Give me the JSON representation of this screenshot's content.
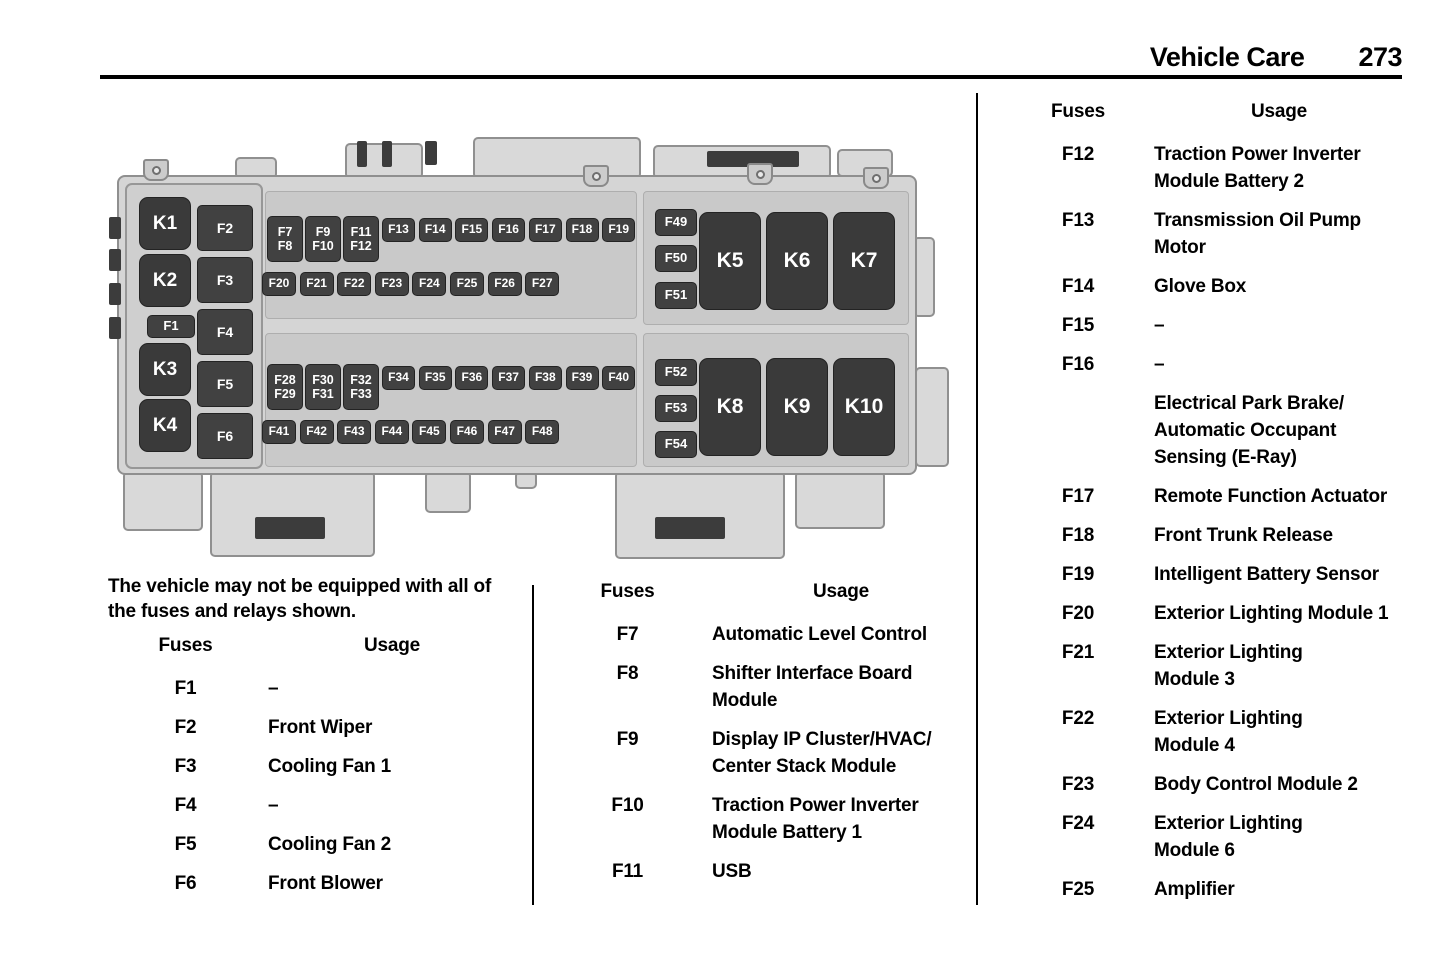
{
  "header": {
    "section_title": "Vehicle Care",
    "page_number": "273"
  },
  "note_text": "The vehicle may not be equipped with all of\nthe fuses and relays shown.",
  "table_headers": {
    "fuses": "Fuses",
    "usage": "Usage"
  },
  "fuse_tables": {
    "left": [
      {
        "fuse": "F1",
        "usage": "–"
      },
      {
        "fuse": "F2",
        "usage": "Front Wiper"
      },
      {
        "fuse": "F3",
        "usage": "Cooling Fan 1"
      },
      {
        "fuse": "F4",
        "usage": "–"
      },
      {
        "fuse": "F5",
        "usage": "Cooling Fan 2"
      },
      {
        "fuse": "F6",
        "usage": "Front Blower"
      }
    ],
    "middle": [
      {
        "fuse": "F7",
        "usage": "Automatic Level Control"
      },
      {
        "fuse": "F8",
        "usage": "Shifter Interface Board\nModule"
      },
      {
        "fuse": "F9",
        "usage": "Display IP Cluster/HVAC/\nCenter Stack Module"
      },
      {
        "fuse": "F10",
        "usage": "Traction Power Inverter\nModule Battery 1"
      },
      {
        "fuse": "F11",
        "usage": "USB"
      }
    ],
    "right": [
      {
        "fuse": "F12",
        "usage": "Traction Power Inverter\nModule Battery 2"
      },
      {
        "fuse": "F13",
        "usage": "Transmission Oil Pump\nMotor"
      },
      {
        "fuse": "F14",
        "usage": "Glove Box"
      },
      {
        "fuse": "F15",
        "usage": "–"
      },
      {
        "fuse": "F16",
        "usage": "–"
      },
      {
        "fuse": "",
        "usage": "Electrical Park Brake/\nAutomatic Occupant\nSensing (E-Ray)"
      },
      {
        "fuse": "F17",
        "usage": "Remote Function Actuator"
      },
      {
        "fuse": "F18",
        "usage": "Front Trunk Release"
      },
      {
        "fuse": "F19",
        "usage": "Intelligent Battery Sensor"
      },
      {
        "fuse": "F20",
        "usage": "Exterior Lighting Module 1"
      },
      {
        "fuse": "F21",
        "usage": "Exterior Lighting\nModule 3"
      },
      {
        "fuse": "F22",
        "usage": "Exterior Lighting\nModule 4"
      },
      {
        "fuse": "F23",
        "usage": "Body Control Module 2"
      },
      {
        "fuse": "F24",
        "usage": "Exterior Lighting\nModule 6"
      },
      {
        "fuse": "F25",
        "usage": "Amplifier"
      }
    ]
  },
  "diagram": {
    "left_relays": [
      "K1",
      "K2",
      "K3",
      "K4"
    ],
    "left_fuse_f1": "F1",
    "left_fuses": [
      "F2",
      "F3",
      "F4",
      "F5",
      "F6"
    ],
    "top_double_fuses": [
      [
        "F7",
        "F8"
      ],
      [
        "F9",
        "F10"
      ],
      [
        "F11",
        "F12"
      ]
    ],
    "top_single_fuses": [
      "F13",
      "F14",
      "F15",
      "F16",
      "F17",
      "F18",
      "F19"
    ],
    "second_row_fuses": [
      "F20",
      "F21",
      "F22",
      "F23",
      "F24",
      "F25",
      "F26",
      "F27"
    ],
    "mid_double_fuses": [
      [
        "F28",
        "F29"
      ],
      [
        "F30",
        "F31"
      ],
      [
        "F32",
        "F33"
      ]
    ],
    "mid_single_fuses": [
      "F34",
      "F35",
      "F36",
      "F37",
      "F38",
      "F39",
      "F40"
    ],
    "fourth_row_fuses": [
      "F41",
      "F42",
      "F43",
      "F44",
      "F45",
      "F46",
      "F47",
      "F48"
    ],
    "right_top_fuses": [
      "F49",
      "F50",
      "F51"
    ],
    "right_top_relays": [
      "K5",
      "K6",
      "K7"
    ],
    "right_bottom_fuses": [
      "F52",
      "F53",
      "F54"
    ],
    "right_bottom_relays": [
      "K8",
      "K9",
      "K10"
    ]
  }
}
